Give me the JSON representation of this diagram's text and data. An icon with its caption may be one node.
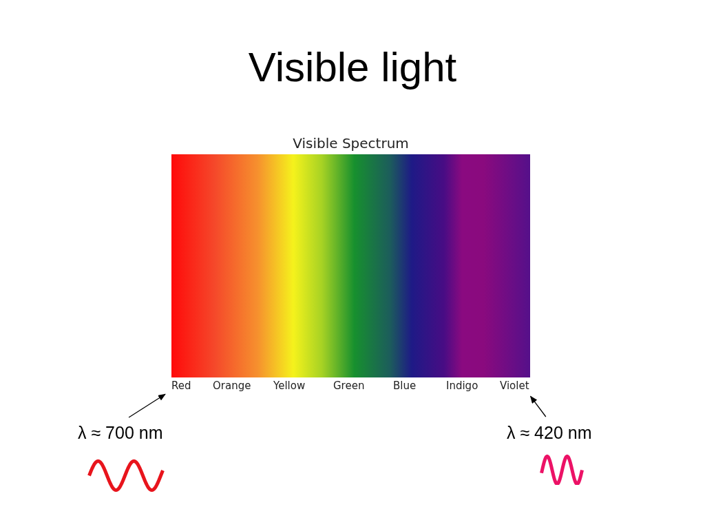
{
  "diagram": {
    "title": "Visible light",
    "nodes": [
      {
        "text": [
          "Visible Spectrum"
        ]
      },
      {
        "text": [
          "Red"
        ]
      },
      {
        "text": [
          "Violet"
        ]
      },
      {
        "text": [
          "λ ≈ 700 nm"
        ]
      },
      {
        "text": [
          "λ ≈ 420 nm"
        ]
      }
    ],
    "edges": [
      {
        "from": 3,
        "to": 1,
        "arrow": "to"
      },
      {
        "from": 4,
        "to": 2,
        "arrow": "to"
      }
    ],
    "labels": [
      "Orange",
      "Yellow",
      "Green",
      "Blue",
      "Indigo"
    ]
  }
}
